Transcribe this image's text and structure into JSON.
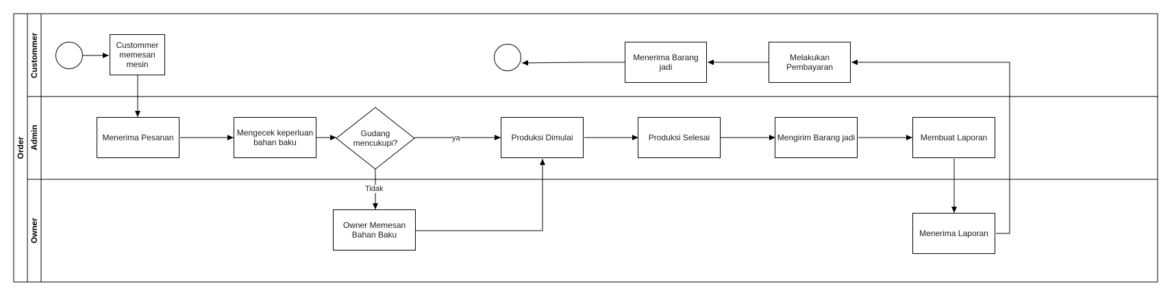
{
  "pool": {
    "title": "Order"
  },
  "lanes": {
    "customer": "Custommer",
    "admin": "Admin",
    "owner": "Owner"
  },
  "nodes": {
    "customer_order": "Custommer\nmemesan\nmesin",
    "receive_goods": "Menerima Barang jadi",
    "make_payment": "Melakukan\nPembayaran",
    "receive_order": "Menerima Pesanan",
    "check_materials": "Mengecek keperluan\nbahan baku",
    "decision": "Gudang\nmencukupi?",
    "production_start": "Produksi Dimulai",
    "production_done": "Produksi Selesai",
    "send_goods": "Mengirim Barang jadi",
    "make_report": "Membuat Laporan",
    "owner_order_materials": "Owner Memesan\nBahan Baku",
    "receive_report": "Menerima Laporan"
  },
  "edge_labels": {
    "yes": "ya",
    "no": "Tidak"
  }
}
